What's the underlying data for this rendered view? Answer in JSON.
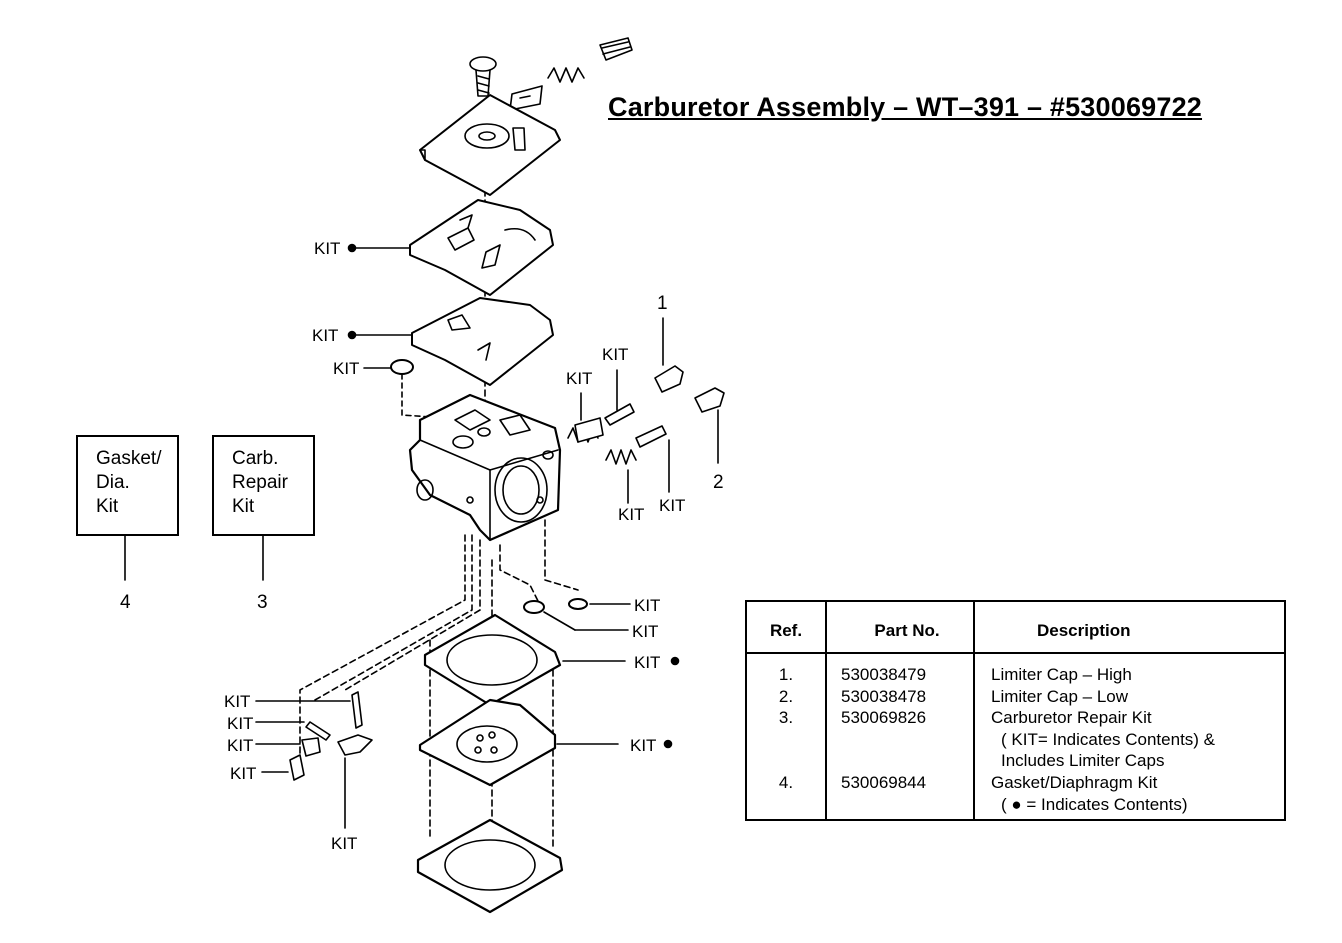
{
  "title": "Carburetor Assembly  – WT–391  – #530069722",
  "callouts": {
    "kit": "KIT",
    "kit_dot": "KIT ●",
    "n1": "1",
    "n2": "2",
    "n3": "3",
    "n4": "4"
  },
  "boxes": {
    "gasket": [
      "Gasket/",
      "Dia.",
      "Kit"
    ],
    "carb": [
      "Carb.",
      "Repair",
      "Kit"
    ]
  },
  "table": {
    "headers": [
      "Ref.",
      "Part No.",
      "Description"
    ],
    "rows": [
      {
        "ref": "1.",
        "part": "530038479",
        "desc": [
          "Limiter Cap – High"
        ]
      },
      {
        "ref": "2.",
        "part": "530038478",
        "desc": [
          "Limiter Cap – Low"
        ]
      },
      {
        "ref": "3.",
        "part": "530069826",
        "desc": [
          "Carburetor Repair Kit",
          "( KIT=  Indicates Contents)  &",
          "Includes Limiter Caps"
        ]
      },
      {
        "ref": "4.",
        "part": "530069844",
        "desc": [
          "Gasket/Diaphragm Kit",
          "( ● =  Indicates Contents)"
        ]
      }
    ]
  }
}
